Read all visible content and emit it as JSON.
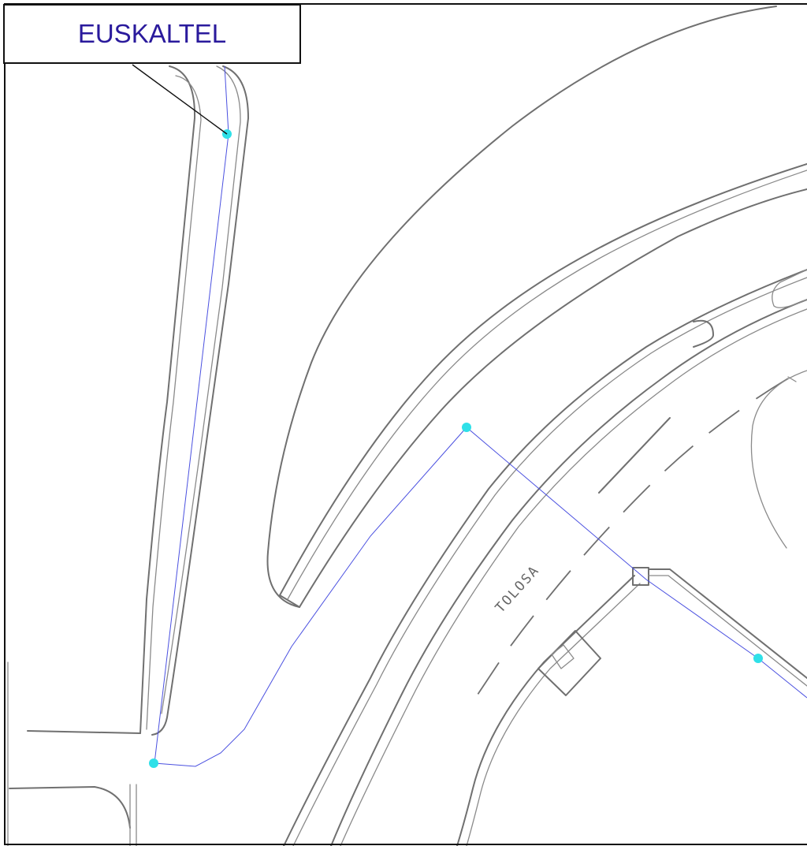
{
  "map": {
    "operator_label": "EUSKALTEL",
    "street_label": "TOLOSA",
    "colors": {
      "road_lines": "#707070",
      "cable_route": "#4a50e0",
      "cable_nodes": "#2fe0e8",
      "operator_text": "#2a1a9c",
      "leader_line": "#111111"
    },
    "cable_node_count": 4
  }
}
